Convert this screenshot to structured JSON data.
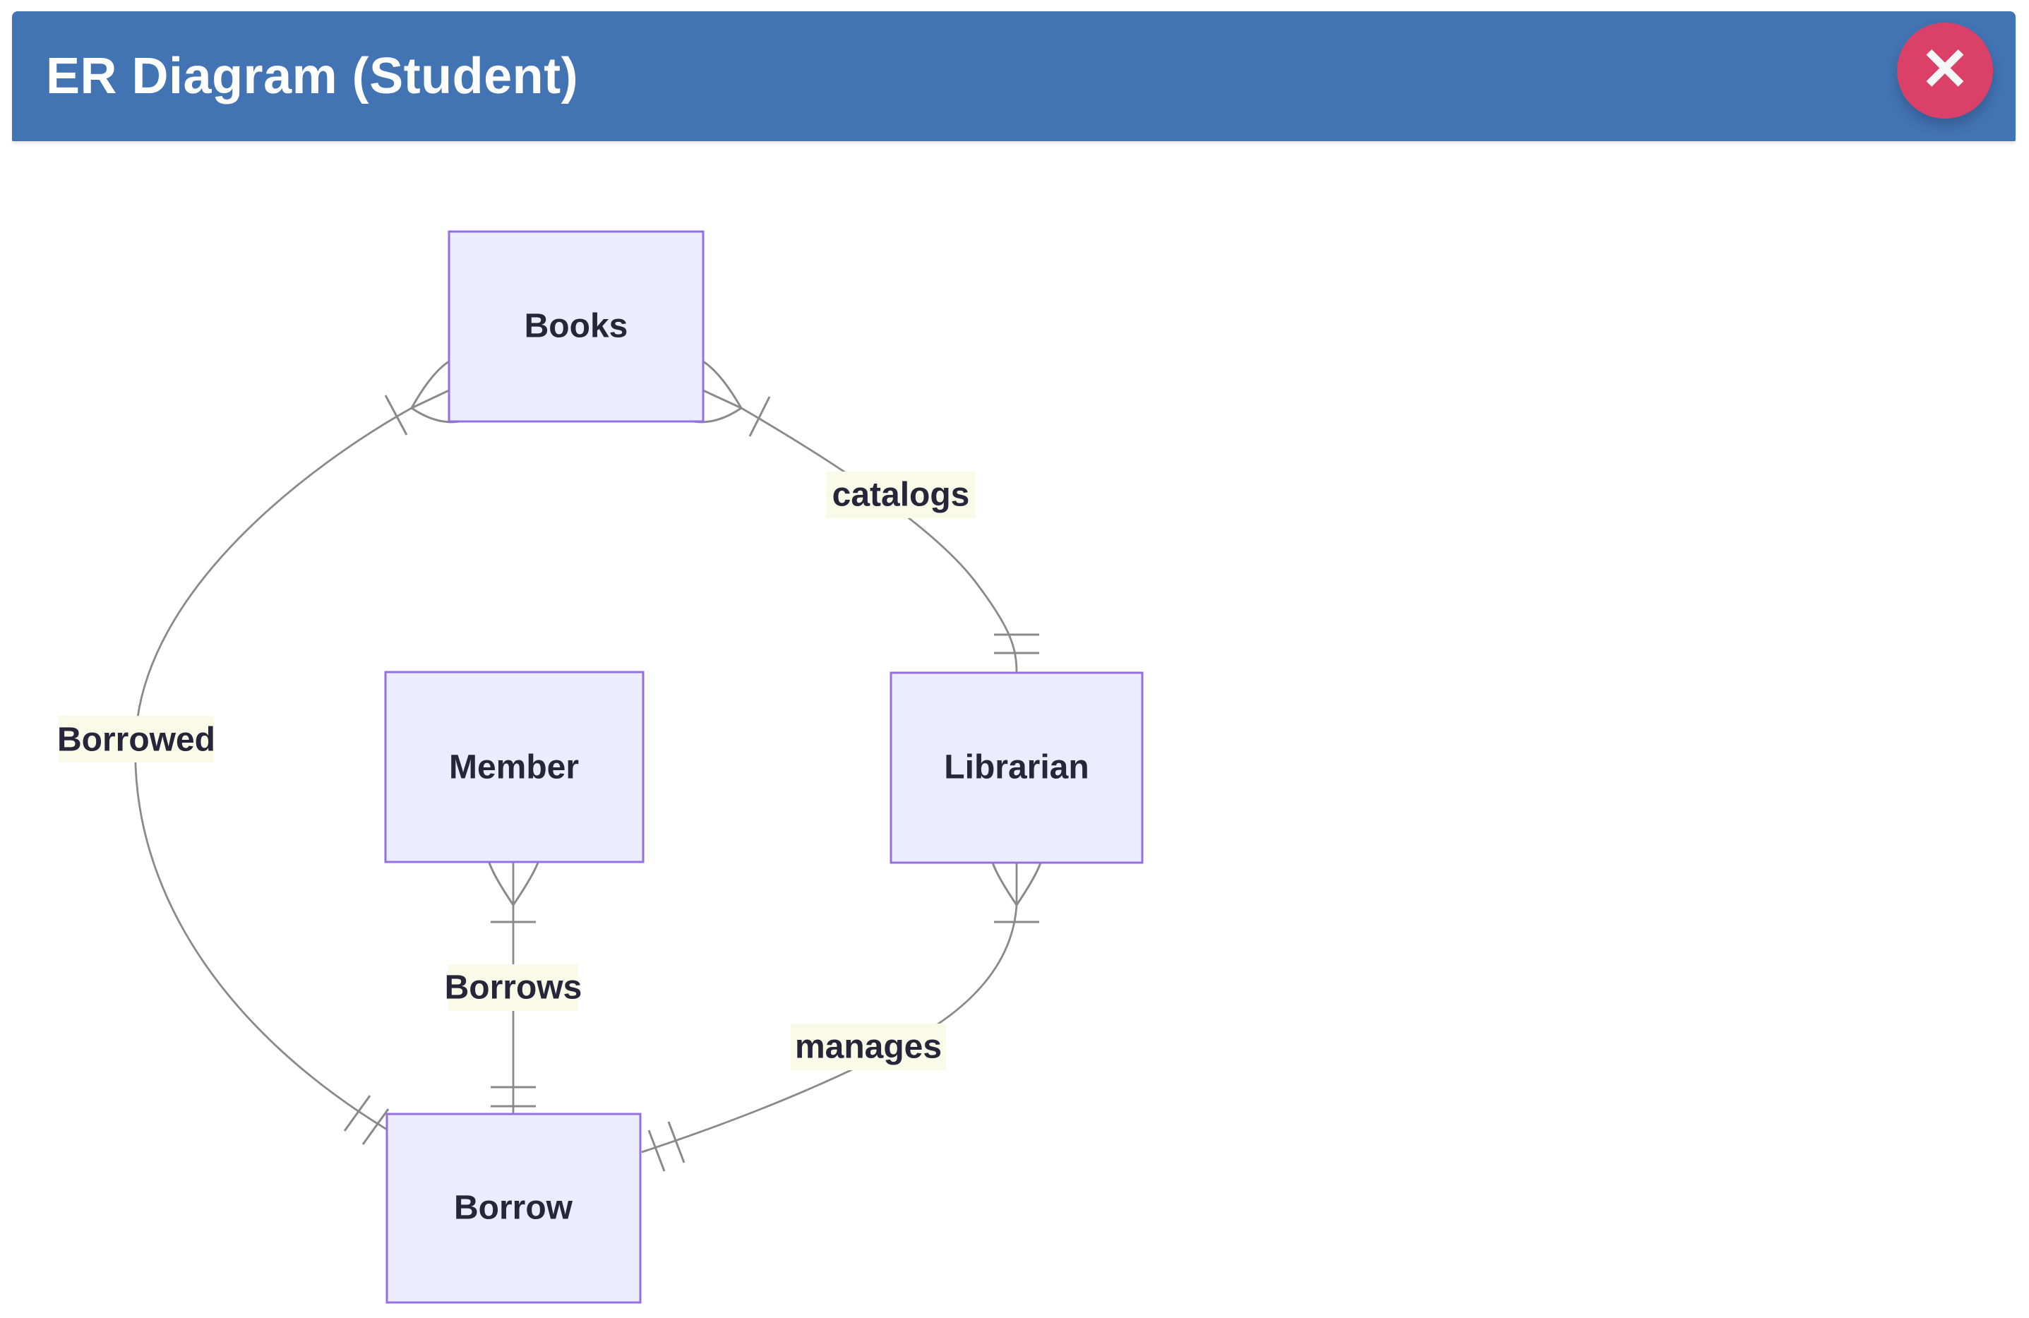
{
  "window": {
    "title": "ER Diagram (Student)",
    "close_icon": "✕"
  },
  "colors": {
    "header_bg": "#4273b3",
    "header_text": "#ffffff",
    "close_button_bg": "#db4168",
    "canvas_bg": "#ffffff",
    "entity_fill": "#ececff",
    "entity_border": "#9370db",
    "entity_text": "#26263a",
    "relationship_line": "#8a8a8a",
    "relationship_label_bg": "#fafae8",
    "relationship_label_text": "#26263a"
  },
  "diagram": {
    "type": "entity-relationship",
    "notation": "crows-foot",
    "entities": [
      {
        "label": "Books"
      },
      {
        "label": "Member"
      },
      {
        "label": "Librarian"
      },
      {
        "label": "Borrow"
      }
    ],
    "relationships": [
      {
        "label": "Borrowed",
        "from": "Books",
        "to": "Borrow",
        "from_cardinality": "one-or-many",
        "to_cardinality": "exactly-one"
      },
      {
        "label": "catalogs",
        "from": "Books",
        "to": "Librarian",
        "from_cardinality": "one-or-many",
        "to_cardinality": "exactly-one"
      },
      {
        "label": "Borrows",
        "from": "Member",
        "to": "Borrow",
        "from_cardinality": "one-or-many",
        "to_cardinality": "exactly-one"
      },
      {
        "label": "manages",
        "from": "Librarian",
        "to": "Borrow",
        "from_cardinality": "one-or-many",
        "to_cardinality": "exactly-one"
      }
    ]
  }
}
